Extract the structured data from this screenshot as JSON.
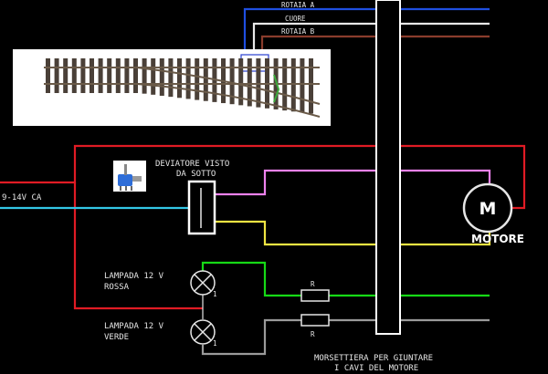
{
  "labels": {
    "rail_a": "ROTAIA A",
    "frog": "CUORE",
    "rail_b": "ROTAIA B",
    "switch_line1": "DEVIATORE VISTO",
    "switch_line2": "DA SOTTO",
    "supply": "9-14V CA",
    "lamp_red_line1": "LAMPADA 12 V",
    "lamp_red_line2": "ROSSA",
    "lamp_green_line1": "LAMPADA 12 V",
    "lamp_green_line2": "VERDE",
    "resistor_1": "R",
    "resistor_2": "R",
    "motor_symbol": "M",
    "motor_label": "MOTORE",
    "terminal_line1": "MORSETTIERA PER GIUNTARE",
    "terminal_line2": "I CAVI DEL MOTORE",
    "lamp_red_pin": "1",
    "lamp_green_pin": "1"
  },
  "wire_colors": {
    "rail_a": "#1f4fe0",
    "frog": "#e8e8e8",
    "rail_b": "#8a3c2c",
    "supply": "#e01b24",
    "blue": "#33c7e6",
    "pink": "#ee82ee",
    "yellow": "#f0e442",
    "green": "#16d916",
    "grey": "#9a9a9a"
  }
}
